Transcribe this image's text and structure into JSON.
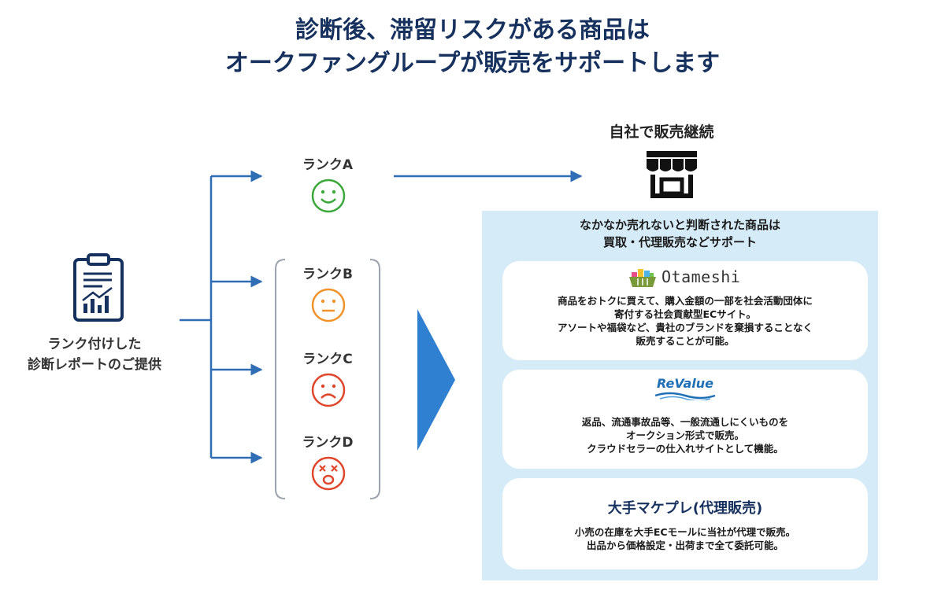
{
  "header": {
    "title_line1": "診断後、滞留リスクがある商品は",
    "title_line2": "オークファングループが販売をサポートします"
  },
  "report": {
    "icon": "clipboard-chart-icon",
    "label_line1": "ランク付けした",
    "label_line2": "診断レポートのご提供"
  },
  "ranks": [
    {
      "label": "ランクA",
      "face": "smile-face-icon",
      "color": "#3aa83a"
    },
    {
      "label": "ランクB",
      "face": "neutral-face-icon",
      "color": "#f0932b"
    },
    {
      "label": "ランクC",
      "face": "sad-face-icon",
      "color": "#e0462a"
    },
    {
      "label": "ランクD",
      "face": "dizzy-face-icon",
      "color": "#e0462a"
    }
  ],
  "store": {
    "label": "自社で販売継続",
    "icon": "storefront-icon"
  },
  "panel": {
    "heading_line1": "なかなか売れないと判断された商品は",
    "heading_line2": "買取・代理販売などサポート",
    "otameshi": {
      "logo_text": "Otameshi",
      "logo_icon": "shopping-basket-icon",
      "lines": [
        "商品をおトクに買えて、購入金額の一部を社会活動団体に",
        "寄付する社会貢献型ECサイト。",
        "アソートや福袋など、貴社のブランドを棄損することなく",
        "販売することが可能。"
      ]
    },
    "revalue": {
      "logo_text": "ReValue",
      "lines": [
        "返品、流通事故品等、一般流通しにくいものを",
        "オークション形式で販売。",
        "クラウドセラーの仕入れサイトとして機能。"
      ]
    },
    "market": {
      "title": "大手マケプレ(代理販売)",
      "lines": [
        "小売の在庫を大手ECモールに当社が代理で販売。",
        "出品から価格設定・出荷まで全て委託可能。"
      ]
    }
  },
  "colors": {
    "navy": "#16315e",
    "arrow_blue": "#2f6db5",
    "big_arrow": "#2f80d1",
    "panel_bg": "#d6ebf8"
  }
}
